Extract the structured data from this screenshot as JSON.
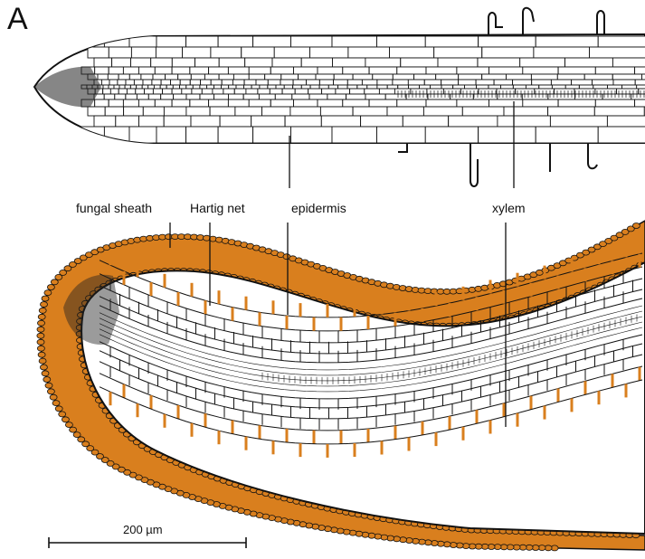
{
  "figure": {
    "panel_letter": "A",
    "labels": {
      "fungal_sheath": "fungal sheath",
      "hartig_net": "Hartig net",
      "epidermis": "epidermis",
      "xylem": "xylem"
    },
    "scale_bar": {
      "label": "200 µm"
    },
    "colors": {
      "fungal": "#d97f1e",
      "ink": "#111111",
      "cell_fill": "#ffffff"
    }
  }
}
